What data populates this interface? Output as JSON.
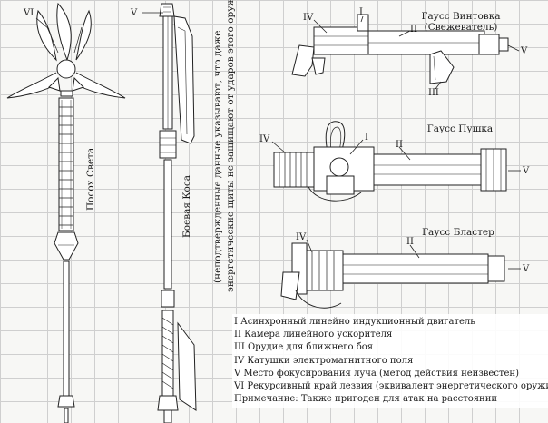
{
  "weapons": {
    "staff": {
      "label": "Посох Света"
    },
    "scythe": {
      "label": "Боевая Коса",
      "note_line1": "(неподтвержденные данные указывают, что даже",
      "note_line2": "энергетические щиты не защищают от ударов этого оружия)"
    },
    "rifle": {
      "label_line1": "Гаусс Винтовка",
      "label_line2": "(Свежеватель)"
    },
    "cannon": {
      "label": "Гаусс Пушка"
    },
    "blaster": {
      "label": "Гаусс Бластер"
    }
  },
  "markers": {
    "staff_vi": "VI",
    "scythe_v": "V",
    "rifle_iv": "IV",
    "rifle_i": "I",
    "rifle_ii": "II",
    "rifle_v": "V",
    "rifle_iii": "III",
    "cannon_iv": "IV",
    "cannon_i": "I",
    "cannon_ii": "II",
    "cannon_v": "V",
    "blaster_iv": "IV",
    "blaster_ii": "II",
    "blaster_v": "V"
  },
  "legend": [
    "I Асинхронный линейно индукционный двигатель",
    "II Камера линейного ускорителя",
    "III Орудие для ближнего боя",
    "IV Катушки электромагнитного поля",
    "V Место фокусирования луча (метод действия неизвестен)",
    "VI Рекурсивный край лезвия (эквивалент энергетического оружия)",
    "Примечание: Также пригоден для атак на расстоянии"
  ]
}
